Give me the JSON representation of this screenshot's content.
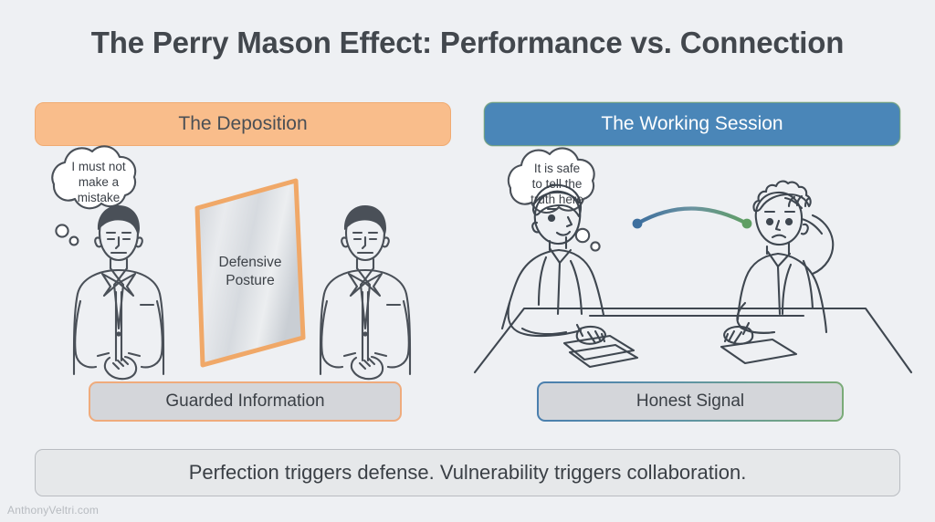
{
  "slide": {
    "title": "The Perry Mason Effect: Performance vs. Connection",
    "background_color": "#eef0f3",
    "watermark": "AnthonyVeltri.com"
  },
  "columns": {
    "left": {
      "header_label": "The Deposition",
      "header_fill": "#f9bd8b",
      "header_text_color": "#4a4f55",
      "thought_bubble": "I must not\nmake a\nmistake",
      "shield_label": "Defensive\nPosture",
      "shield_border_color": "#f0a868",
      "outcome_label": "Guarded Information",
      "outcome_border_color": "#efab7c",
      "figures": [
        {
          "name": "deposed-witness",
          "pose": "standing-hands-clasped"
        },
        {
          "name": "opposing-counsel",
          "pose": "standing-hands-clasped"
        }
      ]
    },
    "right": {
      "header_label": "The Working Session",
      "header_fill": "#4a86b8",
      "header_text_color": "#ffffff",
      "thought_bubble": "It is safe\nto tell the\ntruth here",
      "outcome_label": "Honest Signal",
      "outcome_border_gradient": [
        "#4a7fae",
        "#7aab77"
      ],
      "connection_arc": {
        "start_dot_color": "#3d6f9e",
        "end_dot_color": "#5f9e63",
        "label": "connection-arc"
      },
      "figures": [
        {
          "name": "speaking-collaborator",
          "pose": "seated-at-table-talking"
        },
        {
          "name": "listening-collaborator",
          "pose": "seated-hand-on-head"
        }
      ]
    }
  },
  "banner": {
    "text": "Perfection triggers defense. Vulnerability triggers collaboration.",
    "fill": "#e6e8ea",
    "border_color": "#b9bcc1"
  }
}
